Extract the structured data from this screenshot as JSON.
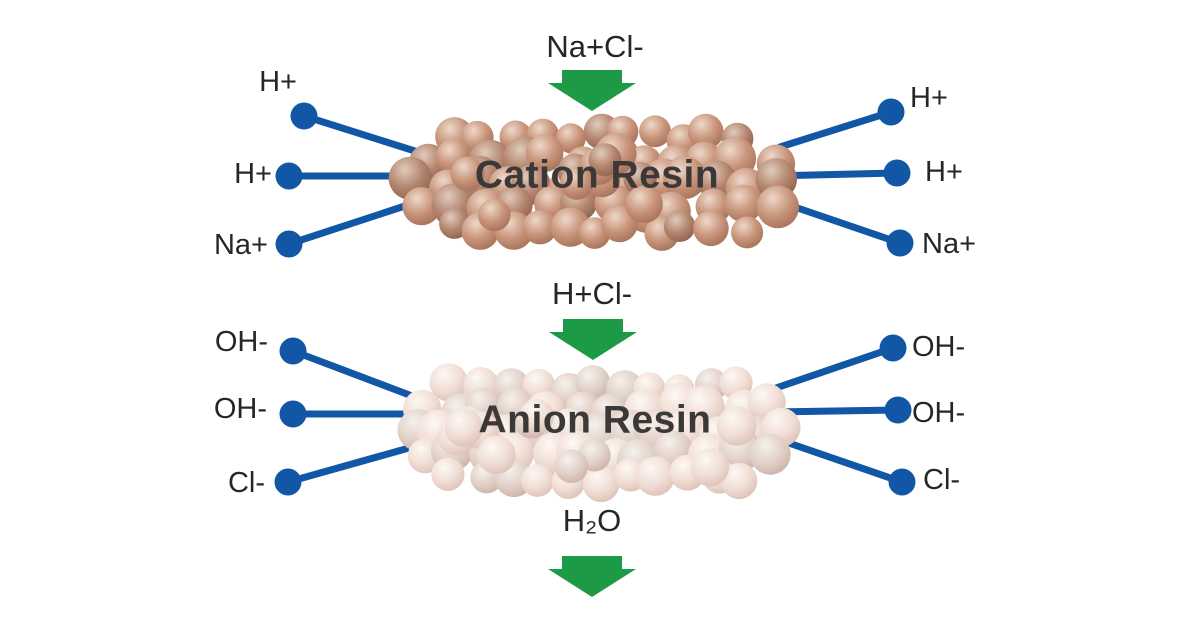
{
  "colors": {
    "background": "#ffffff",
    "ion_blue": "#1157a5",
    "arrow_green": "#1d9a46",
    "text_dark": "#262626",
    "resin_label_color": "#3a3937",
    "cation_sphere_highlight": "#eed8c9",
    "cation_sphere_mid": "#c79379",
    "cation_sphere_edge": "#9a6750",
    "anion_sphere_highlight": "#fdf8f4",
    "anion_sphere_mid": "#f0ded5",
    "anion_sphere_edge": "#d6b8ac"
  },
  "cation_section": {
    "input_label": "Na+Cl-",
    "resin_label": "Cation Resin",
    "left_ions": [
      "H+",
      "H+",
      "Na+"
    ],
    "right_ions": [
      "H+",
      "H+",
      "Na+"
    ]
  },
  "anion_section": {
    "input_label": "H+Cl-",
    "resin_label": "Anion Resin",
    "left_ions": [
      "OH-",
      "OH-",
      "Cl-"
    ],
    "right_ions": [
      "OH-",
      "OH-",
      "Cl-"
    ]
  },
  "output": {
    "label": "H₂O"
  }
}
